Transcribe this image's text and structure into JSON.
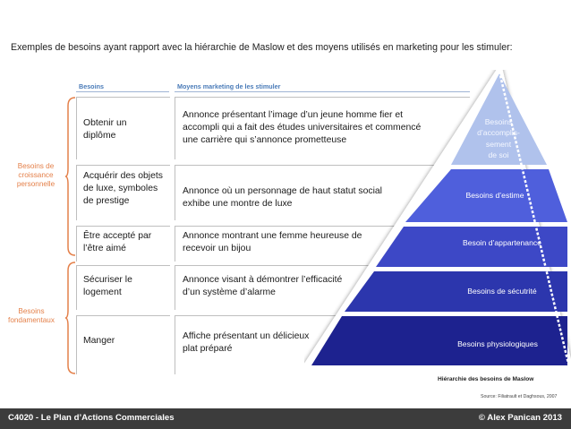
{
  "intro_text": "Exemples de besoins ayant rapport avec la hiérarchie de Maslow et des moyens utilisés en marketing pour les stimuler:",
  "columns": {
    "needs": "Besoins",
    "marketing": "Moyens marketing de les stimuler"
  },
  "groups": {
    "growth": [
      "Besoins de",
      "croissance",
      "personnelle"
    ],
    "fundamental": [
      "Besoins",
      "fondamentaux"
    ]
  },
  "rows": [
    {
      "need": [
        "Obtenir un",
        "diplôme"
      ],
      "means": [
        "Annonce présentant l’image d’un jeune homme fier et",
        "accompli qui a fait des études universitaires et commencé",
        "une carrière qui s’annonce prometteuse"
      ]
    },
    {
      "need": [
        "Acquérir des objets",
        "de luxe, symboles",
        "de prestige"
      ],
      "means": [
        "Annonce où un personnage de haut statut social",
        "exhibe une montre de luxe"
      ]
    },
    {
      "need": [
        "Être accepté par",
        "l’être aimé"
      ],
      "means": [
        "Annonce montrant une femme heureuse de",
        "recevoir un bijou"
      ]
    },
    {
      "need": [
        "Sécuriser le",
        "logement"
      ],
      "means": [
        "Annonce visant à démontrer l’efficacité",
        "d’un système d’alarme"
      ]
    },
    {
      "need": [
        "Manger"
      ],
      "means": [
        "Affiche présentant un délicieux",
        "plat préparé"
      ]
    }
  ],
  "pyramid": {
    "levels": [
      {
        "label": [
          "Besoins",
          "d’accomplis-",
          "sement",
          "de soi"
        ],
        "color": "#b0c2ec"
      },
      {
        "label": [
          "Besoins d’estime"
        ],
        "color": "#4f5fdc"
      },
      {
        "label": [
          "Besoin d’appartenance"
        ],
        "color": "#3d48c6"
      },
      {
        "label": [
          "Besoins de sécutrité"
        ],
        "color": "#2c36ad"
      },
      {
        "label": [
          "Besoins physiologiques"
        ],
        "color": "#1d228f"
      }
    ],
    "caption": "Hiérarchie des besoins de Maslow"
  },
  "source": "Source:   Filiatrault et Daghsous, 2007",
  "footer": {
    "left": "C4020 - Le Plan d’Actions Commerciales",
    "right": "© Alex Panican 2013"
  },
  "colors": {
    "accent_orange": "#e4804a",
    "header_blue": "#4a7bb8",
    "footer_bg": "#3c3c3c"
  }
}
